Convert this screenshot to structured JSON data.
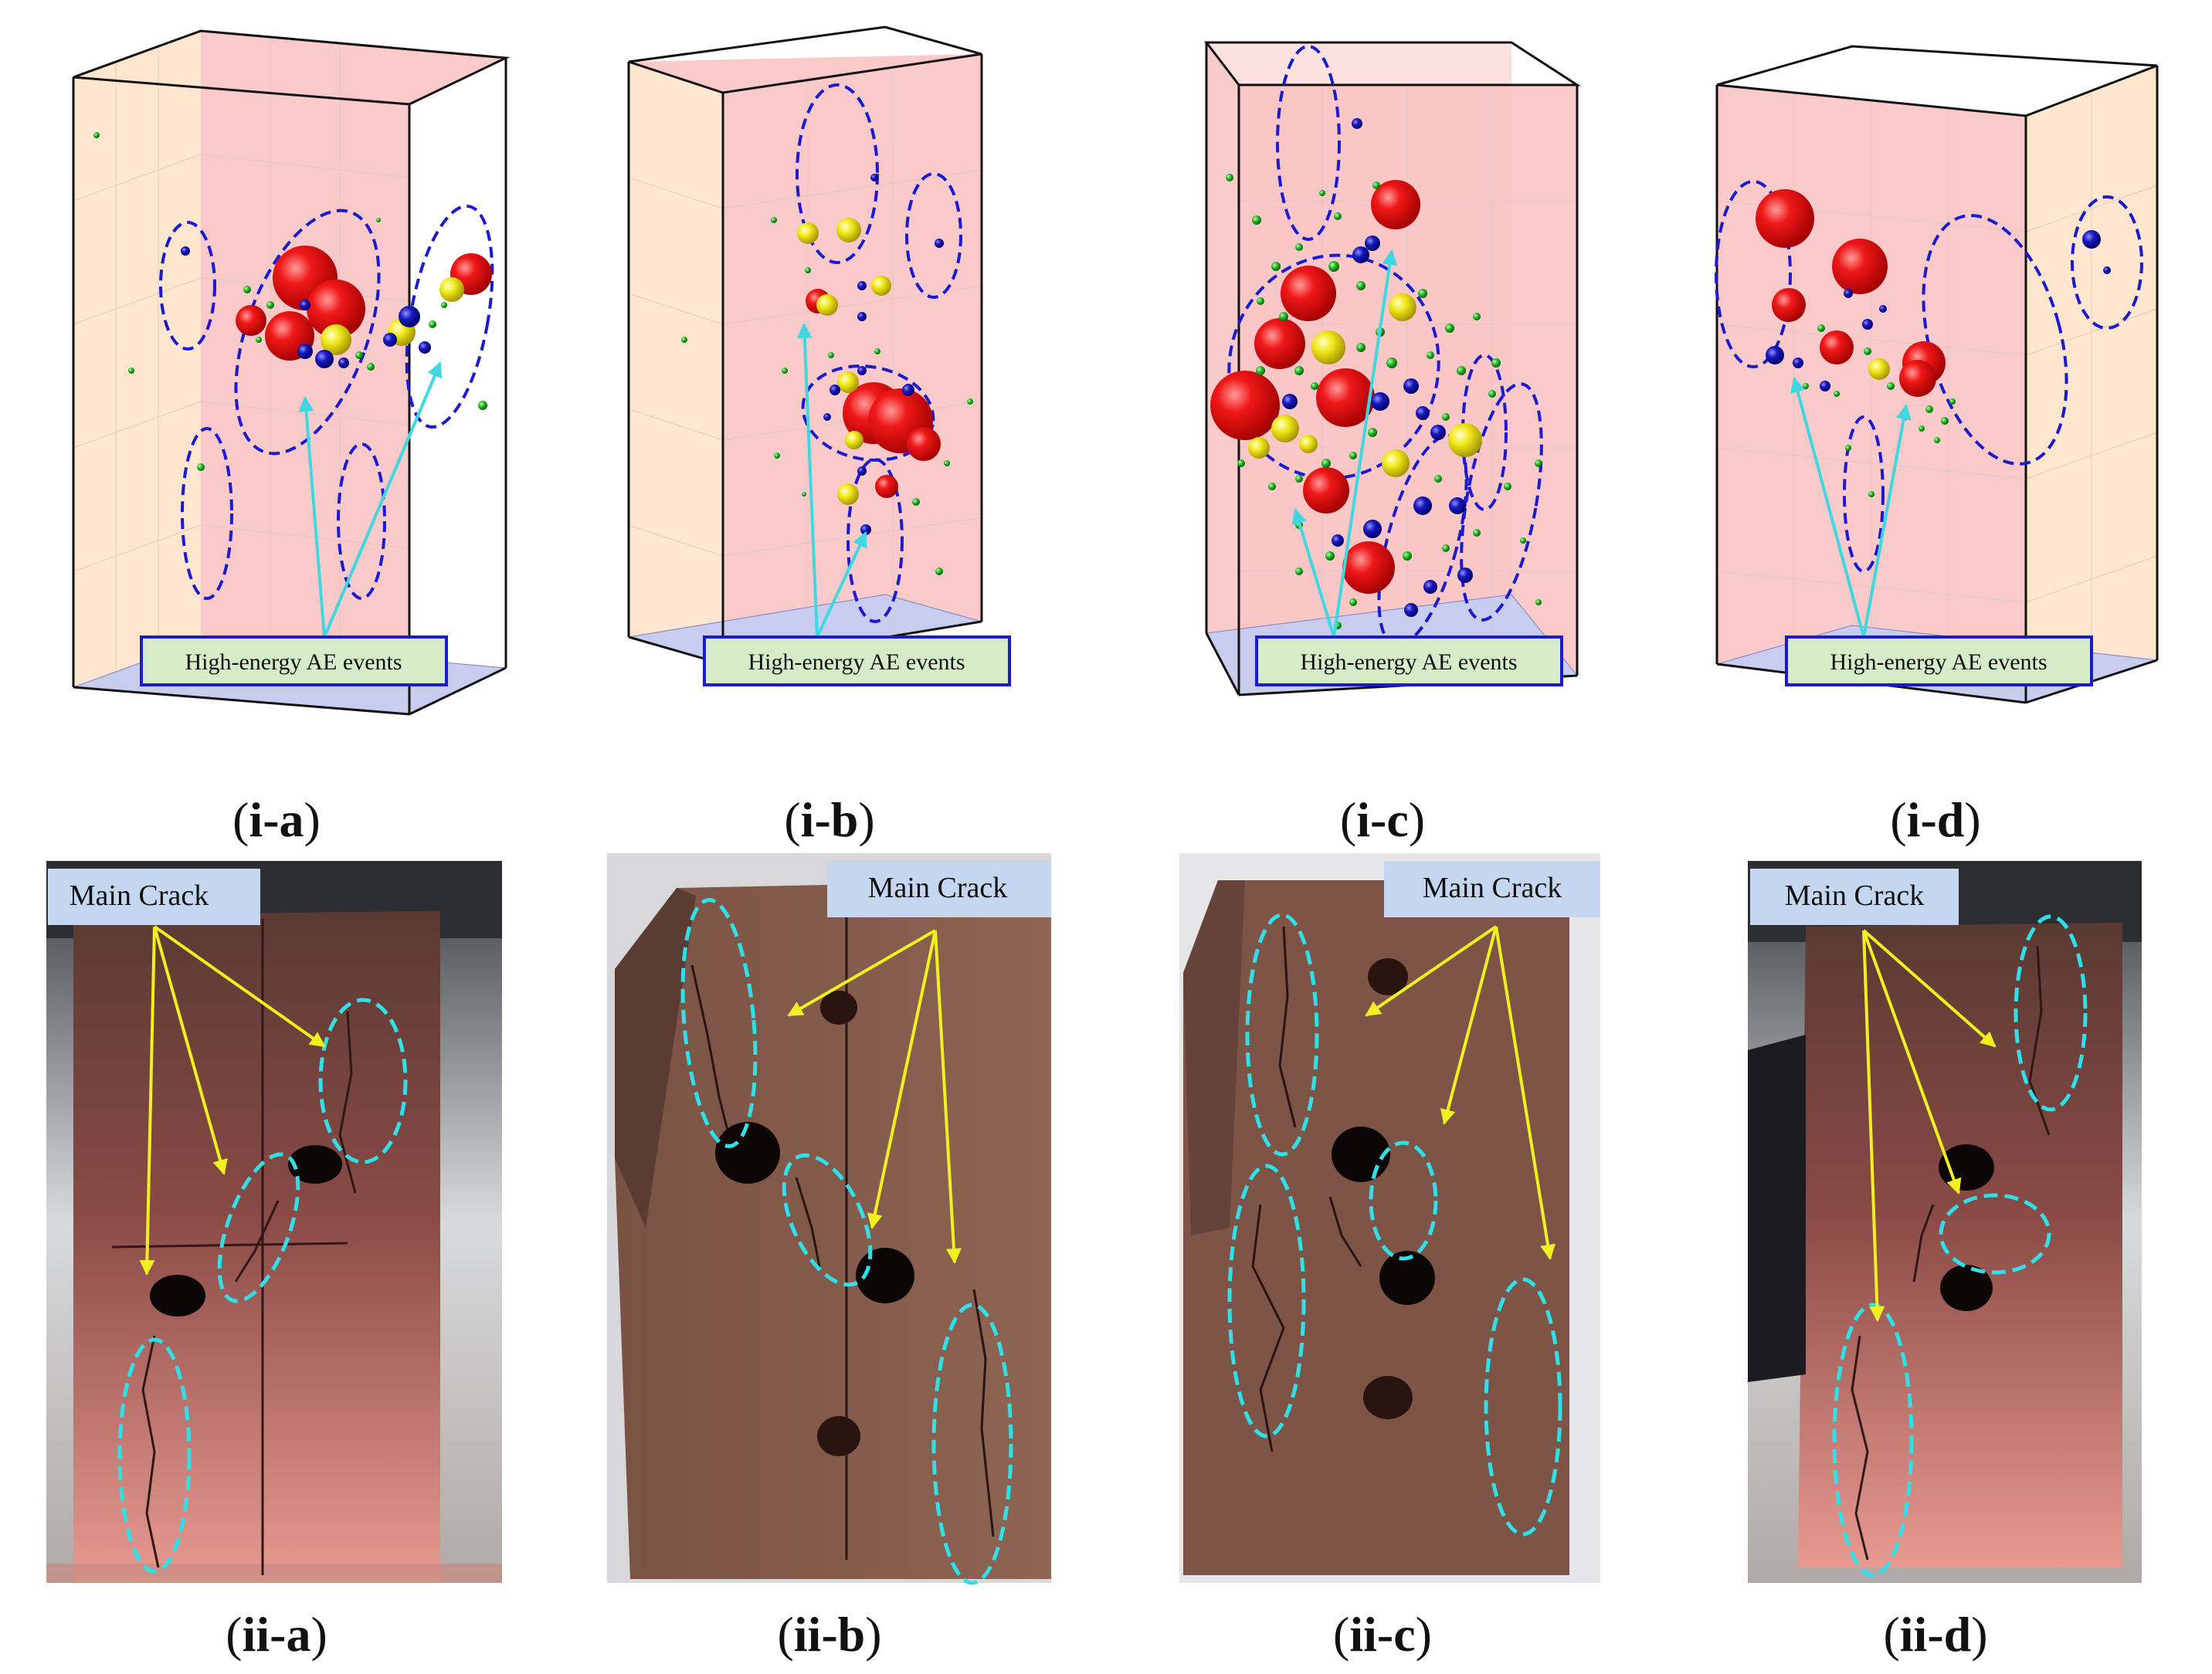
{
  "figure": {
    "ae_label": "High-energy AE events",
    "crack_label": "Main Crack",
    "panels": [
      {
        "id": "a",
        "top_label": [
          "(",
          "i-a",
          ")"
        ],
        "bottom_label": [
          "(",
          "ii-a",
          ")"
        ]
      },
      {
        "id": "b",
        "top_label": [
          "(",
          "i-b",
          ")"
        ],
        "bottom_label": [
          "(",
          "ii-b",
          ")"
        ]
      },
      {
        "id": "c",
        "top_label": [
          "(",
          "i-c",
          ")"
        ],
        "bottom_label": [
          "(",
          "ii-c",
          ")"
        ]
      },
      {
        "id": "d",
        "top_label": [
          "(",
          "i-d",
          ")"
        ],
        "bottom_label": [
          "(",
          "ii-d",
          ")"
        ]
      }
    ]
  },
  "colors": {
    "high_energy_event": "#e01010",
    "medium_energy_event": "#e8e010",
    "low_energy_event": "#1818b0",
    "minor_event": "#22b022",
    "highlight_ellipse_ae": "#1a1ad0",
    "highlight_ellipse_crack": "#30e0e8",
    "ae_arrow": "#40d8e0",
    "crack_arrow": "#f0f020",
    "rock_specimen": "#8a5a48"
  }
}
